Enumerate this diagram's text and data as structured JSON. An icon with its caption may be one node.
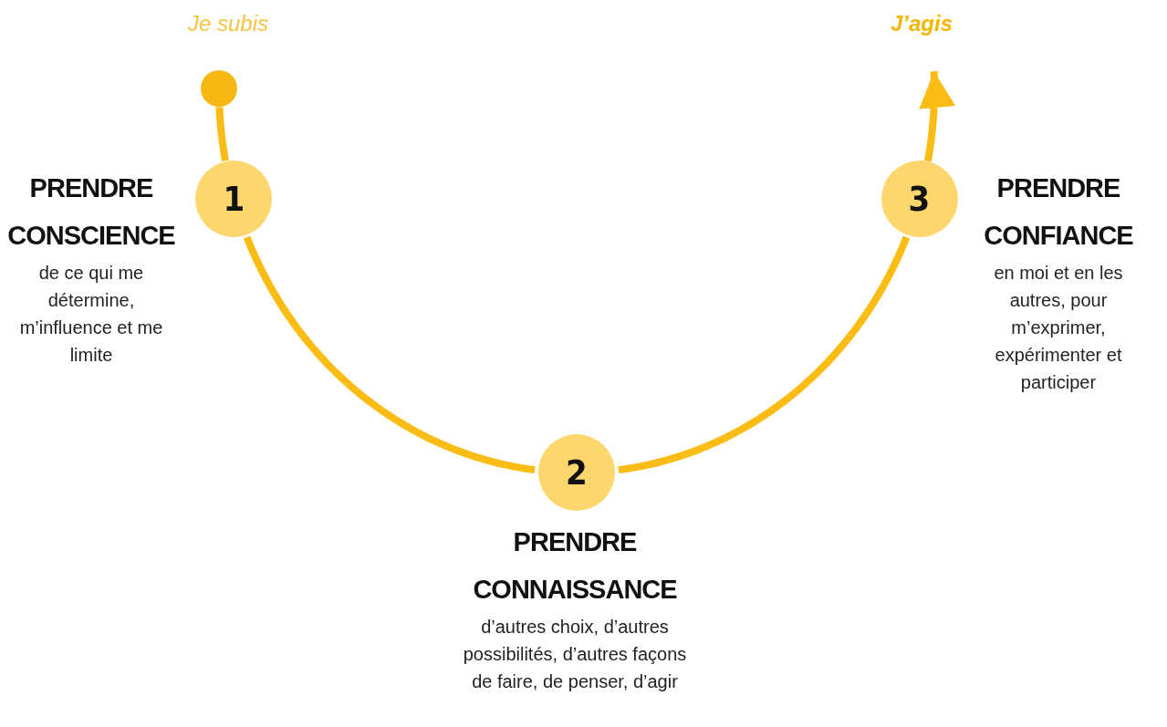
{
  "diagram": {
    "nodes": [
      {
        "text": [],
        "shape": "circle",
        "beside": [
          "Je subis"
        ]
      },
      {
        "text": [
          "1"
        ],
        "beside": [
          "PRENDRE CONSCIENCE",
          "de ce qui me détermine, m’influence et me limite"
        ]
      },
      {
        "text": [
          "2"
        ],
        "beside": [
          "PRENDRE CONNAISSANCE",
          "d’autres choix, d’autres possibilités, d’autres façons de faire, de penser, d’agir"
        ]
      },
      {
        "text": [
          "3"
        ],
        "beside": [
          "PRENDRE CONFIANCE",
          "en moi et en les autres, pour m’exprimer, expérimenter et participer"
        ]
      }
    ],
    "edges": [
      {
        "from": 0,
        "to": 1,
        "arrow": "none"
      },
      {
        "from": 1,
        "to": 2,
        "arrow": "none"
      },
      {
        "from": 2,
        "to": 3,
        "arrow": "none"
      },
      {
        "from": 3,
        "to": null,
        "arrow": "to"
      }
    ],
    "labels": [
      "J’agis"
    ]
  }
}
